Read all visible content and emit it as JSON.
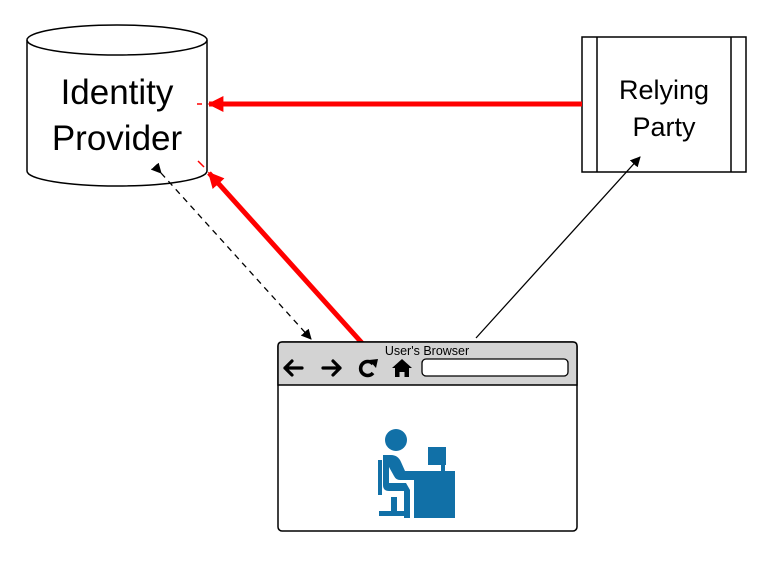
{
  "nodes": {
    "identity_provider": {
      "line1": "Identity",
      "line2": "Provider"
    },
    "relying_party": {
      "line1": "Relying",
      "line2": "Party"
    },
    "browser": {
      "title": "User's Browser"
    }
  },
  "icons": {
    "back": "arrow-left-icon",
    "forward": "arrow-right-icon",
    "reload": "reload-icon",
    "home": "home-icon",
    "user": "user-at-computer-icon"
  },
  "colors": {
    "accent": "#ff0000",
    "user_icon": "#1170a7",
    "toolbar": "#d3d3d3"
  }
}
